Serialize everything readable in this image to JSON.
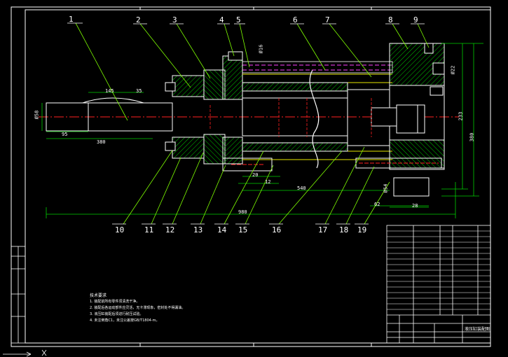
{
  "drawing": {
    "part_numbers": [
      "1",
      "2",
      "3",
      "4",
      "5",
      "6",
      "7",
      "8",
      "9",
      "10",
      "11",
      "12",
      "13",
      "14",
      "15",
      "16",
      "17",
      "18",
      "19"
    ],
    "dimensions": {
      "overall_length": "980",
      "shaft_length": "380",
      "left_stub": "95",
      "ref_a": "145",
      "ref_b": "35",
      "center_len": "540",
      "dia_left": "Ø58",
      "height_right": "233",
      "height_far": "380",
      "small_a": "20",
      "small_b": "12",
      "small_c": "Ø16",
      "small_d": "Ø54",
      "small_e": "62",
      "small_f": "28",
      "small_g": "Ø22"
    },
    "tech_notes": {
      "heading": "技术要求",
      "lines": [
        "1. 装配前所有零件须清洗干净。",
        "2. 装配后各运动部件应灵活，无卡滞现象，密封处不得漏油。",
        "3. 液压缸装配后须进行耐压试验。",
        "4. 未注倒角C1，未注公差按GB/T1804-m。"
      ]
    },
    "title_block": {
      "title": "液压缸装配图"
    },
    "colors": {
      "frame": "#ffffff",
      "outline": "#ffffff",
      "body_yellow": "#e8e800",
      "hatch_green": "#00c800",
      "leader_green": "#7fff00",
      "center_red": "#ff2020",
      "dim_green": "#00d000",
      "magenta": "#ff40ff",
      "cyan": "#00ffff"
    }
  }
}
